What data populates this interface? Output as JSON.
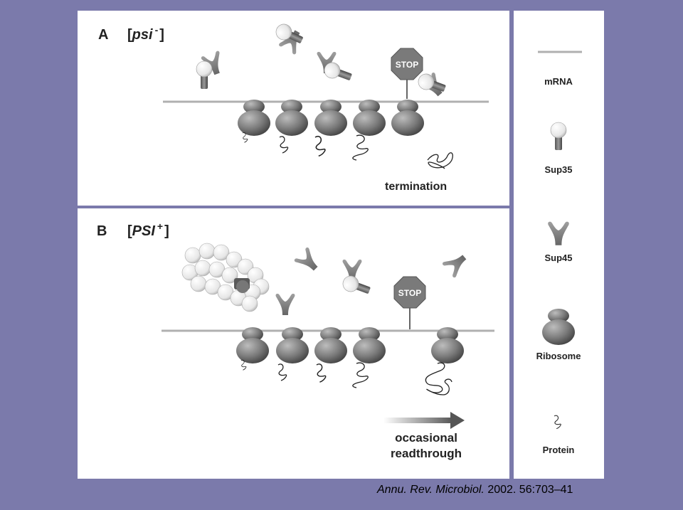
{
  "panel_a": {
    "letter": "A",
    "state_prefix": "[",
    "state": "psi",
    "state_sign": "-",
    "state_suffix": "]",
    "outcome": "termination"
  },
  "panel_b": {
    "letter": "B",
    "state_prefix": "[",
    "state": "PSI",
    "state_sign": "+",
    "state_suffix": "]",
    "outcome_line1": "occasional",
    "outcome_line2": "readthrough"
  },
  "stop_sign": "STOP",
  "legend": {
    "mrna": "mRNA",
    "sup35": "Sup35",
    "sup45": "Sup45",
    "ribosome": "Ribosome",
    "protein": "Protein"
  },
  "credit": {
    "journal": "Annu. Rev. Microbiol.",
    "details": " 2002. 56:703–41"
  }
}
